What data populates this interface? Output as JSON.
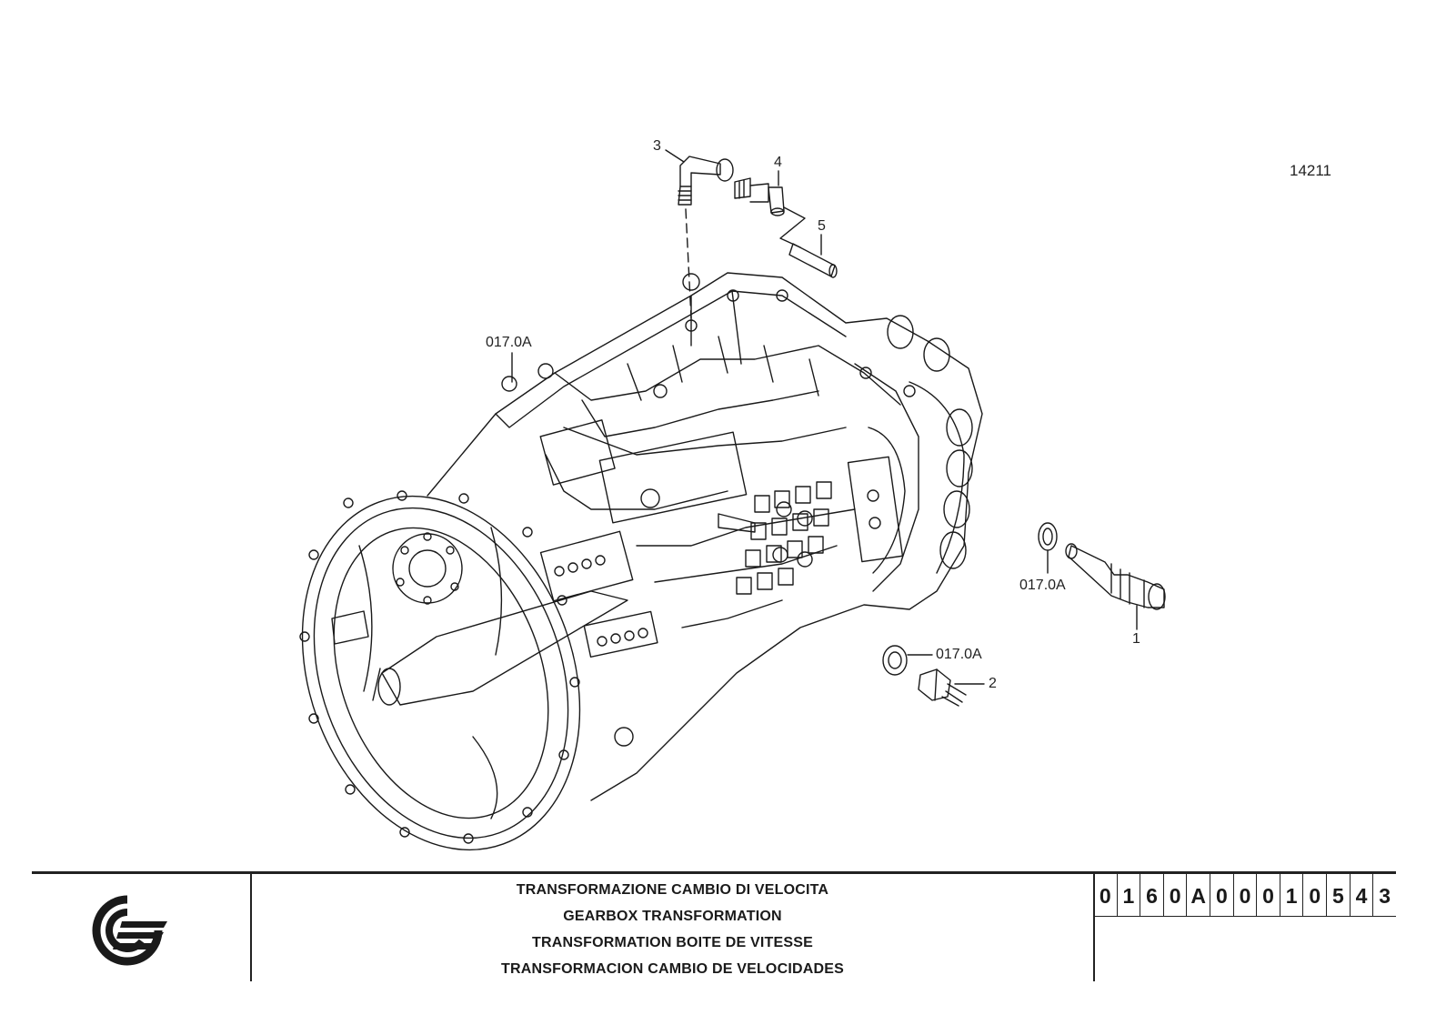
{
  "sheet_number": "14211",
  "callouts": {
    "c1": "1",
    "c2": "2",
    "c3": "3",
    "c4": "4",
    "c5": "5",
    "ref_top": "017.0A",
    "ref_right": "017.0A",
    "ref_bottom": "017.0A"
  },
  "titles": [
    "TRANSFORMAZIONE CAMBIO DI VELOCITA",
    "GEARBOX TRANSFORMATION",
    "TRANSFORMATION BOITE DE VITESSE",
    "TRANSFORMACION CAMBIO DE VELOCIDADES"
  ],
  "part_code": [
    "0",
    "1",
    "6",
    "0",
    "A",
    "0",
    "0",
    "0",
    "1",
    "0",
    "5",
    "4",
    "3"
  ],
  "logo": "brand-logo"
}
